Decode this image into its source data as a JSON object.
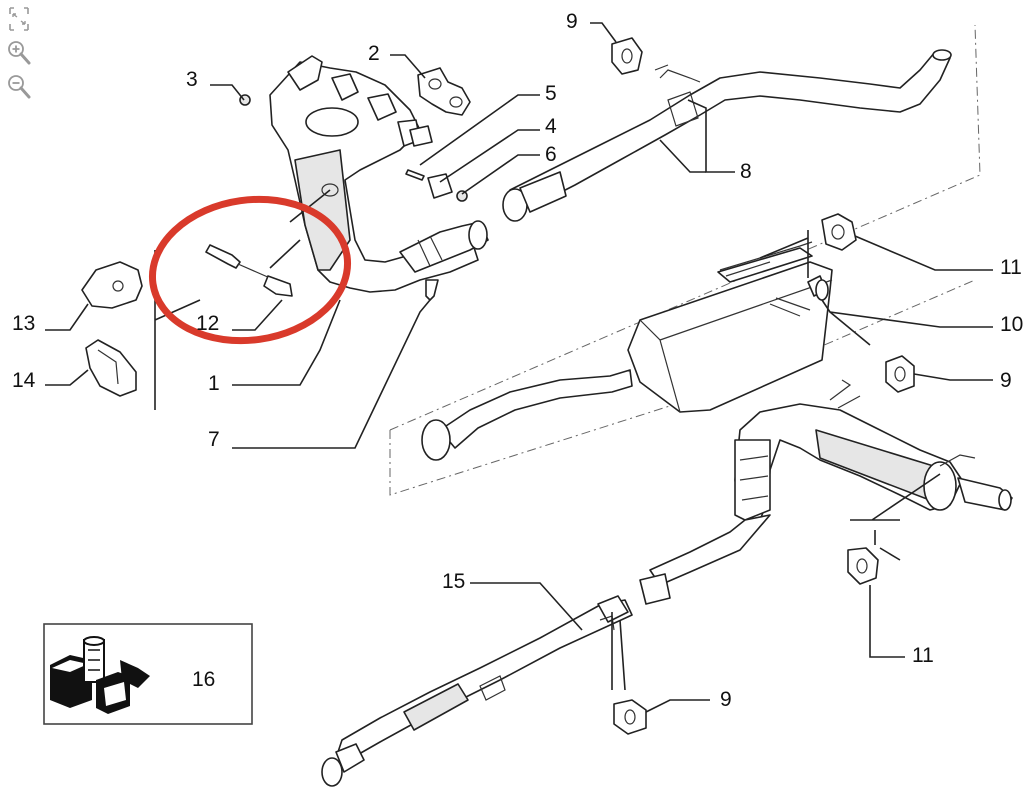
{
  "toolbar": {
    "items": [
      {
        "icon": "fit-screen-icon"
      },
      {
        "icon": "zoom-in-icon"
      },
      {
        "icon": "zoom-out-icon"
      }
    ]
  },
  "diagram": {
    "callouts": {
      "c1": "1",
      "c2": "2",
      "c3": "3",
      "c4": "4",
      "c5": "5",
      "c6": "6",
      "c7": "7",
      "c8": "8",
      "c9a": "9",
      "c9b": "9",
      "c9c": "9",
      "c10": "10",
      "c11a": "11",
      "c11b": "11",
      "c12": "12",
      "c13": "13",
      "c14": "14",
      "c15": "15",
      "c16": "16"
    },
    "highlight_color": "#d93a2b"
  }
}
